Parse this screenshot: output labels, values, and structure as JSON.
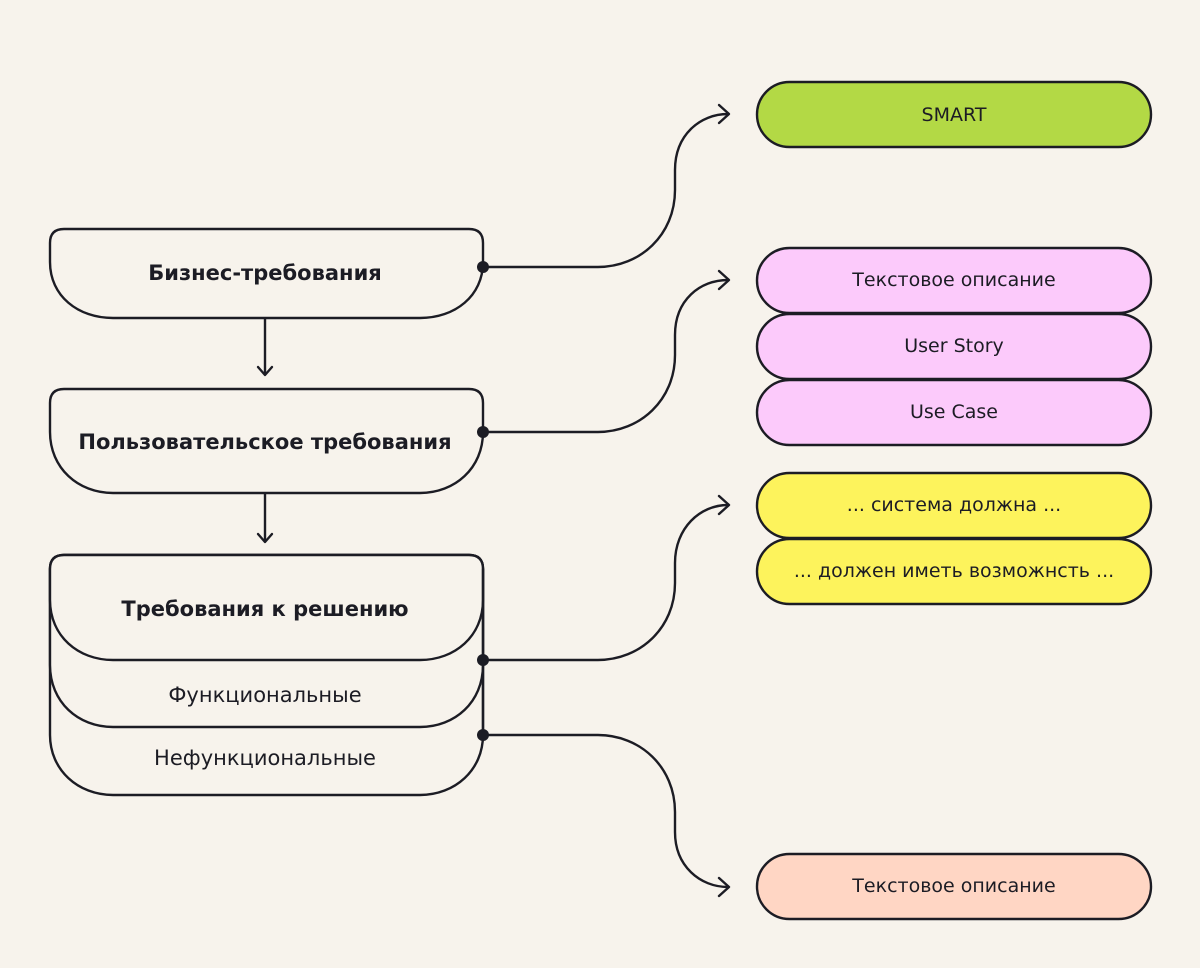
{
  "left_nodes": {
    "business": {
      "label": "Бизнес-требования"
    },
    "user": {
      "label": "Пользовательское требования"
    },
    "solution": {
      "label": "Требования к решению",
      "sub": [
        {
          "label": "Функциональные"
        },
        {
          "label": "Нефункциональные"
        }
      ]
    }
  },
  "right_nodes": {
    "smart": {
      "label": "SMART",
      "color": "#b3d945"
    },
    "user_formats": [
      {
        "label": "Текстовое описание",
        "color": "#fccafb"
      },
      {
        "label": "User Story",
        "color": "#fccafb"
      },
      {
        "label": "Use Case",
        "color": "#fccafb"
      }
    ],
    "functional_formats": [
      {
        "label": "... система должна ...",
        "color": "#fdf35c"
      },
      {
        "label": "... должен иметь возможнсть ...",
        "color": "#fdf35c"
      }
    ],
    "nonfunctional_formats": [
      {
        "label": "Текстовое описание",
        "color": "#ffd6c4"
      }
    ]
  },
  "colors": {
    "background": "#f7f3ec",
    "ink": "#1c1c24"
  }
}
